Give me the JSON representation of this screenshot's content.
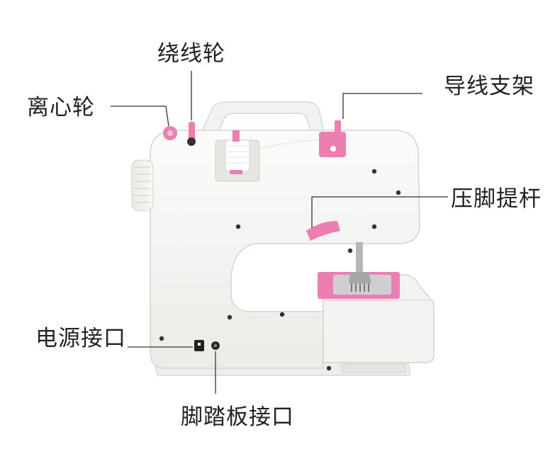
{
  "labels": {
    "bobbin_winder": "绕线轮",
    "eccentric_wheel": "离心轮",
    "thread_guide": "导线支架",
    "presser_foot_lever": "压脚提杆",
    "power_port": "电源接口",
    "foot_pedal_port": "脚踏板接口"
  },
  "colors": {
    "body": "#f6f6f4",
    "body_shadow": "#e2e2df",
    "accent_pink": "#ec7fb2",
    "pointer_line": "#333333",
    "text": "#222222"
  }
}
